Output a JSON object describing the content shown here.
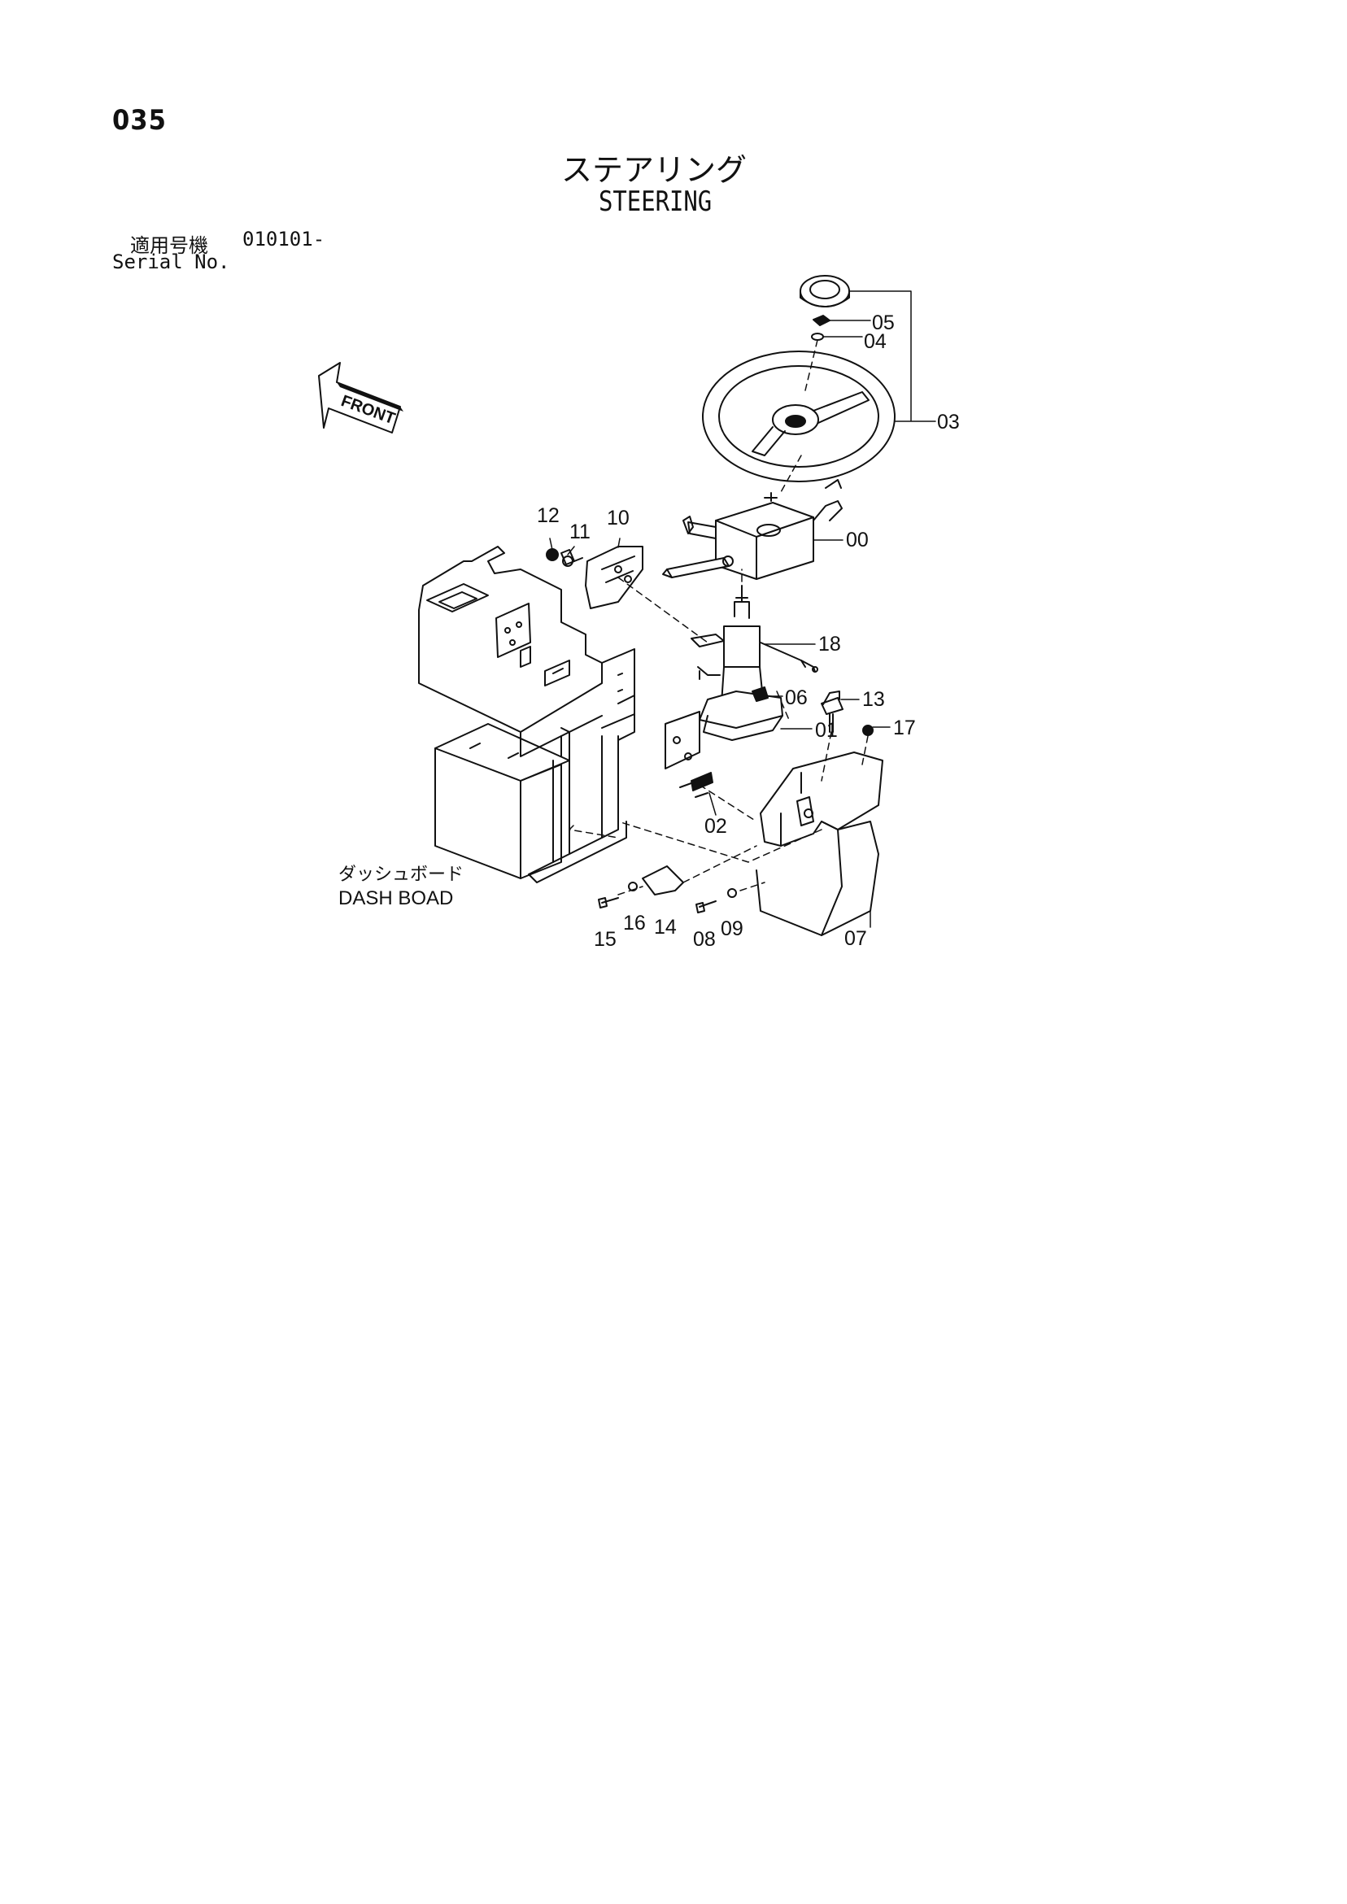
{
  "page": {
    "number": "035",
    "title_jp": "ステアリング",
    "title_en": "STEERING"
  },
  "serial": {
    "label_jp": "適用号機",
    "label_en": "Serial No.",
    "value": "010101-"
  },
  "diagram": {
    "front_label": "FRONT",
    "dashboard_label_jp": "ダッシュボード",
    "dashboard_label_en": "DASH BOAD",
    "callouts": [
      "00",
      "01",
      "02",
      "03",
      "04",
      "05",
      "06",
      "07",
      "08",
      "09",
      "10",
      "11",
      "12",
      "13",
      "14",
      "15",
      "16",
      "17",
      "18"
    ]
  },
  "colors": {
    "ink": "#111111",
    "paper": "#ffffff"
  }
}
